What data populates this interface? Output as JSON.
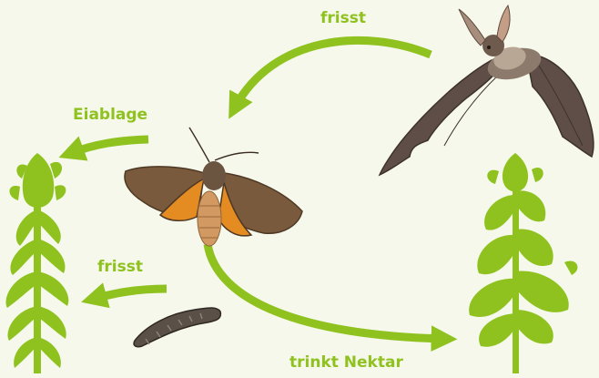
{
  "colors": {
    "background": "#f5f8ea",
    "accent_green": "#8fc21f",
    "moth_hindwing": "#e48b22",
    "moth_forewing": "#7a5a3c",
    "bat_body": "#5e4e47",
    "caterpillar": "#5a5048"
  },
  "labels": {
    "bat_eats_moth": "frisst",
    "egg_laying": "Eiablage",
    "caterpillar_eats_plant": "frisst",
    "drinks_nectar": "trinkt Nektar"
  },
  "icons": {
    "bat": "bat-photo",
    "moth": "moth-photo",
    "caterpillar": "caterpillar-photo",
    "host_plant": "plant-silhouette-left",
    "nectar_plant": "plant-silhouette-right"
  }
}
